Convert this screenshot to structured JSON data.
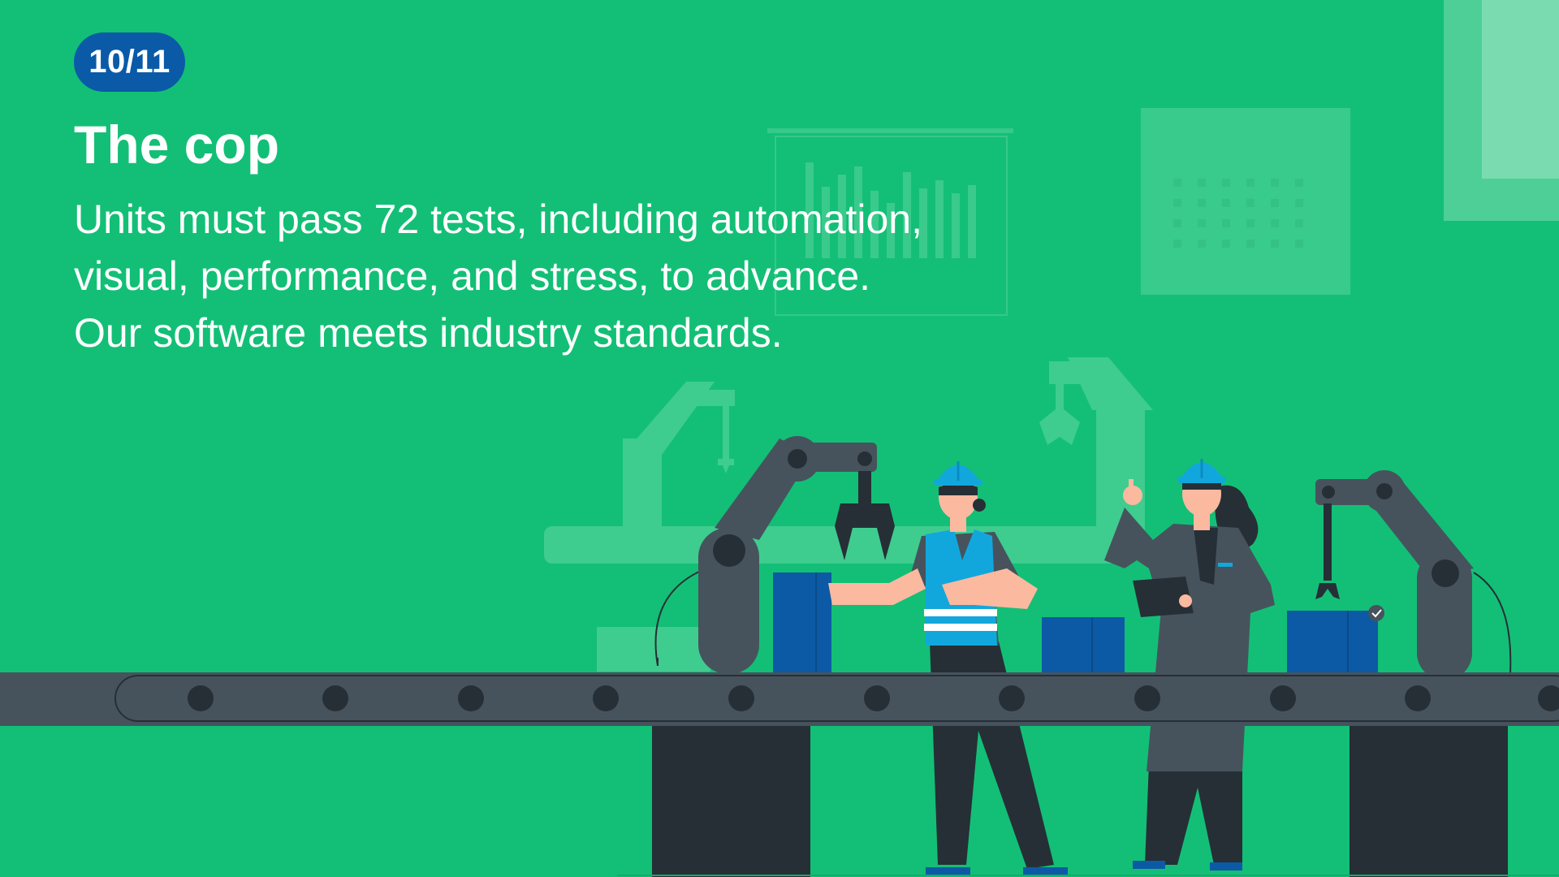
{
  "slide": {
    "counter": "10/11",
    "title": "The cop",
    "body_lines": [
      "Units must pass 72 tests, including automation,",
      "visual, performance, and stress, to advance.",
      "Our software meets industry standards."
    ]
  },
  "colors": {
    "background": "#13bf76",
    "badge": "#0a5aa8",
    "text": "#ffffff",
    "conveyor": "#46535d",
    "machine_dark": "#262f36",
    "box_blue": "#0c5aa5",
    "vest_cyan": "#12a7dc",
    "faded_shapes": "#3fcc8f"
  },
  "illustration": {
    "icons": [
      "robot-arm-icon",
      "worker-icon",
      "conveyor-belt-icon",
      "package-box-icon",
      "tablet-icon",
      "hard-hat-icon",
      "check-icon"
    ]
  }
}
